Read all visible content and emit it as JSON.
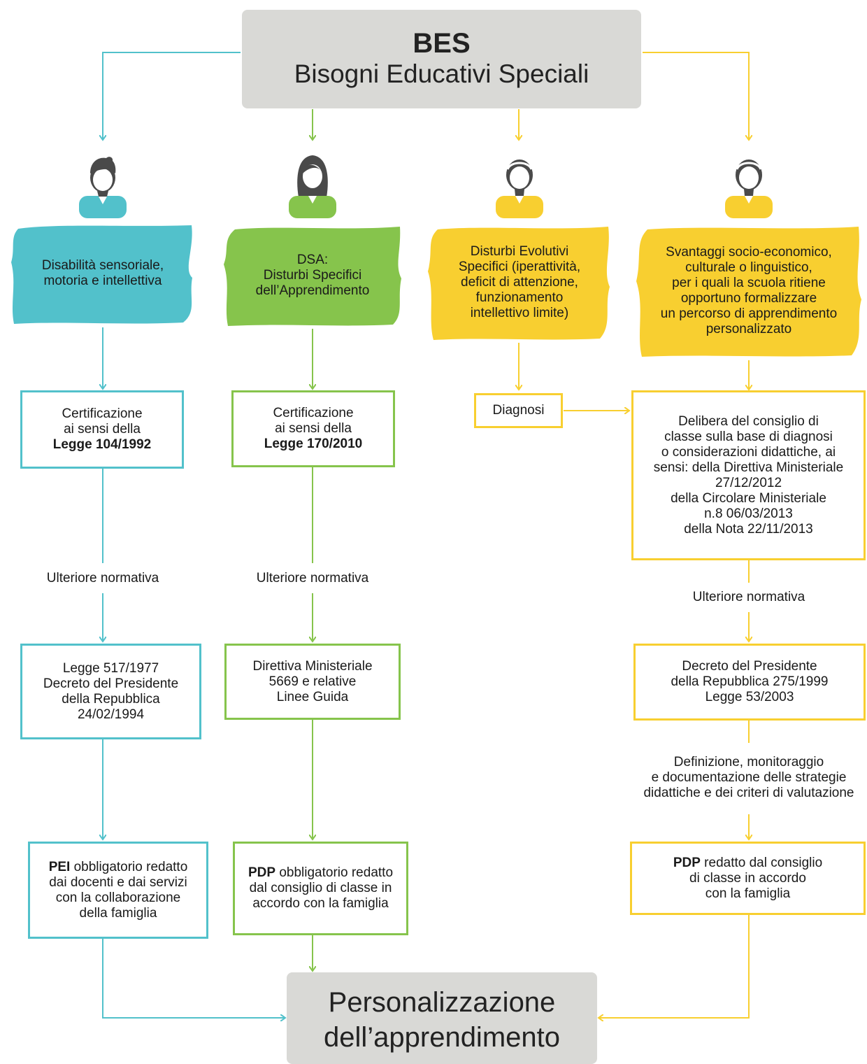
{
  "title": {
    "line1": "BES",
    "line2": "Bisogni Educativi Speciali"
  },
  "colors": {
    "cyan": "#52c1cb",
    "green": "#86c44c",
    "yellow": "#f8cf30",
    "gray_box": "#d9d9d6",
    "person": "#4a4a4a"
  },
  "columns": [
    {
      "person_icon": "boy-icon",
      "category": [
        "Disabilità sensoriale,",
        "motoria e intellettiva"
      ],
      "certification": {
        "lines": [
          "Certificazione",
          "ai sensi della"
        ],
        "bold": "Legge 104/1992"
      },
      "link_label": "Ulteriore normativa",
      "laws": [
        "Legge 517/1977",
        "Decreto del Presidente",
        "della Repubblica",
        "24/02/1994"
      ],
      "plan": {
        "bold": "PEI",
        "first_rest": " obbligatorio redatto",
        "lines": [
          "dai docenti e dai servizi",
          "con la collaborazione",
          "della famiglia"
        ]
      }
    },
    {
      "person_icon": "girl-icon",
      "category": [
        "DSA:",
        "Disturbi Specifici",
        "dell’Apprendimento"
      ],
      "certification": {
        "lines": [
          "Certificazione",
          "ai sensi della"
        ],
        "bold": "Legge 170/2010"
      },
      "link_label": "Ulteriore normativa",
      "laws": [
        "Direttiva Ministeriale",
        "5669 e relative",
        "Linee Guida"
      ],
      "plan": {
        "bold": "PDP",
        "first_rest": " obbligatorio redatto",
        "lines": [
          "dal consiglio di classe in",
          "accordo con la famiglia"
        ]
      }
    },
    {
      "person_icon": "girl-headband-icon",
      "category": [
        "Disturbi Evolutivi",
        "Specifici (iperattività,",
        "deficit di attenzione,",
        "funzionamento",
        "intellettivo limite)"
      ],
      "diagnosis": "Diagnosi"
    },
    {
      "person_icon": "woman-headband-icon",
      "category": [
        "Svantaggi socio-economico,",
        "culturale o linguistico,",
        "per i quali la scuola ritiene",
        "opportuno formalizzare",
        "un percorso di apprendimento",
        "personalizzato"
      ],
      "deliberation": [
        "Delibera del consiglio di",
        "classe sulla base di diagnosi",
        "o considerazioni didattiche, ai",
        "sensi: della Direttiva Ministeriale",
        "27/12/2012",
        "della Circolare Ministeriale",
        "n.8 06/03/2013",
        "della Nota 22/11/2013"
      ],
      "link_label": "Ulteriore normativa",
      "laws": [
        "Decreto del Presidente",
        "della Repubblica 275/1999",
        "Legge 53/2003"
      ],
      "strategy_label": [
        "Definizione, monitoraggio",
        "e documentazione delle strategie",
        "didattiche e dei criteri di valutazione"
      ],
      "plan": {
        "bold": "PDP",
        "first_rest": " redatto dal consiglio",
        "lines": [
          "di classe in accordo",
          "con la famiglia"
        ]
      }
    }
  ],
  "final": {
    "line1": "Personalizzazione",
    "line2": "dell’apprendimento"
  }
}
